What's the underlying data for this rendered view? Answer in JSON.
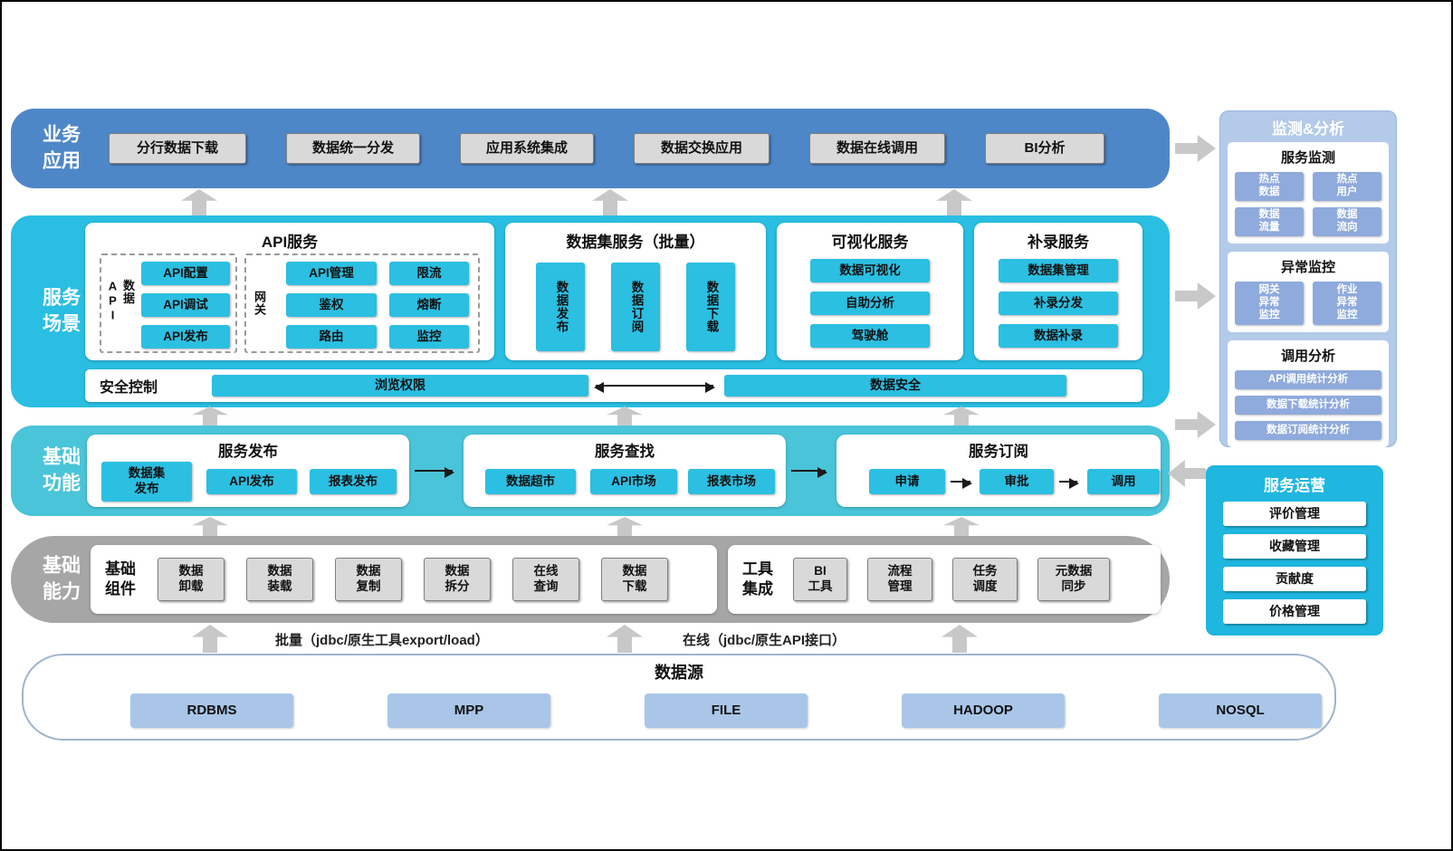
{
  "colors": {
    "band_blue": "#4E87C8",
    "band_cyan": "#29BEE2",
    "band_teal": "#4AC4D9",
    "band_gray": "#A6A6A6",
    "btn_gray": "#D9D9D9",
    "btn_cyan": "#2BBFE2",
    "btn_blue": "#8FAADC",
    "btn_lightblue": "#A9C6E8",
    "panel_lightblue": "#B3CAE9",
    "panel_cyan": "#1FB6E0",
    "arrow_gray": "#C8C8C8"
  },
  "bands": {
    "business": {
      "label": "业务\n应用",
      "items": [
        "分行数据下载",
        "数据统一分发",
        "应用系统集成",
        "数据交换应用",
        "数据在线调用",
        "BI分析"
      ]
    },
    "scenario": {
      "label": "服务\n场景",
      "api_service": {
        "title": "API服务",
        "data_api": {
          "label": "数据API",
          "items": [
            "API配置",
            "API调试",
            "API发布"
          ]
        },
        "gateway": {
          "label": "网关",
          "items": [
            "API管理",
            "限流",
            "鉴权",
            "熔断",
            "路由",
            "监控"
          ]
        }
      },
      "dataset_service": {
        "title": "数据集服务（批量）",
        "items": [
          "数据发布",
          "数据订阅",
          "数据下载"
        ]
      },
      "visual_service": {
        "title": "可视化服务",
        "items": [
          "数据可视化",
          "自助分析",
          "驾驶舱"
        ]
      },
      "supplement_service": {
        "title": "补录服务",
        "items": [
          "数据集管理",
          "补录分发",
          "数据补录"
        ]
      },
      "security": {
        "label": "安全控制",
        "left": "浏览权限",
        "right": "数据安全"
      }
    },
    "foundation": {
      "label": "基础\n功能",
      "publish": {
        "title": "服务发布",
        "items": [
          "数据集\n发布",
          "API发布",
          "报表发布"
        ]
      },
      "search": {
        "title": "服务查找",
        "items": [
          "数据超市",
          "API市场",
          "报表市场"
        ]
      },
      "subscribe": {
        "title": "服务订阅",
        "items": [
          "申请",
          "审批",
          "调用"
        ]
      }
    },
    "capability": {
      "label": "基础\n能力",
      "components": {
        "label": "基础\n组件",
        "items": [
          "数据\n卸载",
          "数据\n装载",
          "数据\n复制",
          "数据\n拆分",
          "在线\n查询",
          "数据\n下载"
        ]
      },
      "tools": {
        "label": "工具\n集成",
        "items": [
          "BI\n工具",
          "流程\n管理",
          "任务\n调度",
          "元数据\n同步"
        ]
      }
    },
    "datasource": {
      "title": "数据源",
      "batch_label": "批量（jdbc/原生工具export/load）",
      "online_label": "在线（jdbc/原生API接口）",
      "items": [
        "RDBMS",
        "MPP",
        "FILE",
        "HADOOP",
        "NOSQL"
      ]
    }
  },
  "right": {
    "monitor": {
      "title": "监测&分析",
      "service_watch": {
        "title": "服务监测",
        "items": [
          "热点\n数据",
          "热点\n用户",
          "数据\n流量",
          "数据\n流向"
        ]
      },
      "exception_watch": {
        "title": "异常监控",
        "items": [
          "网关\n异常\n监控",
          "作业\n异常\n监控"
        ]
      },
      "call_analysis": {
        "title": "调用分析",
        "items": [
          "API调用统计分析",
          "数据下载统计分析",
          "数据订阅统计分析"
        ]
      }
    },
    "operation": {
      "title": "服务运营",
      "items": [
        "评价管理",
        "收藏管理",
        "贡献度",
        "价格管理"
      ]
    }
  }
}
